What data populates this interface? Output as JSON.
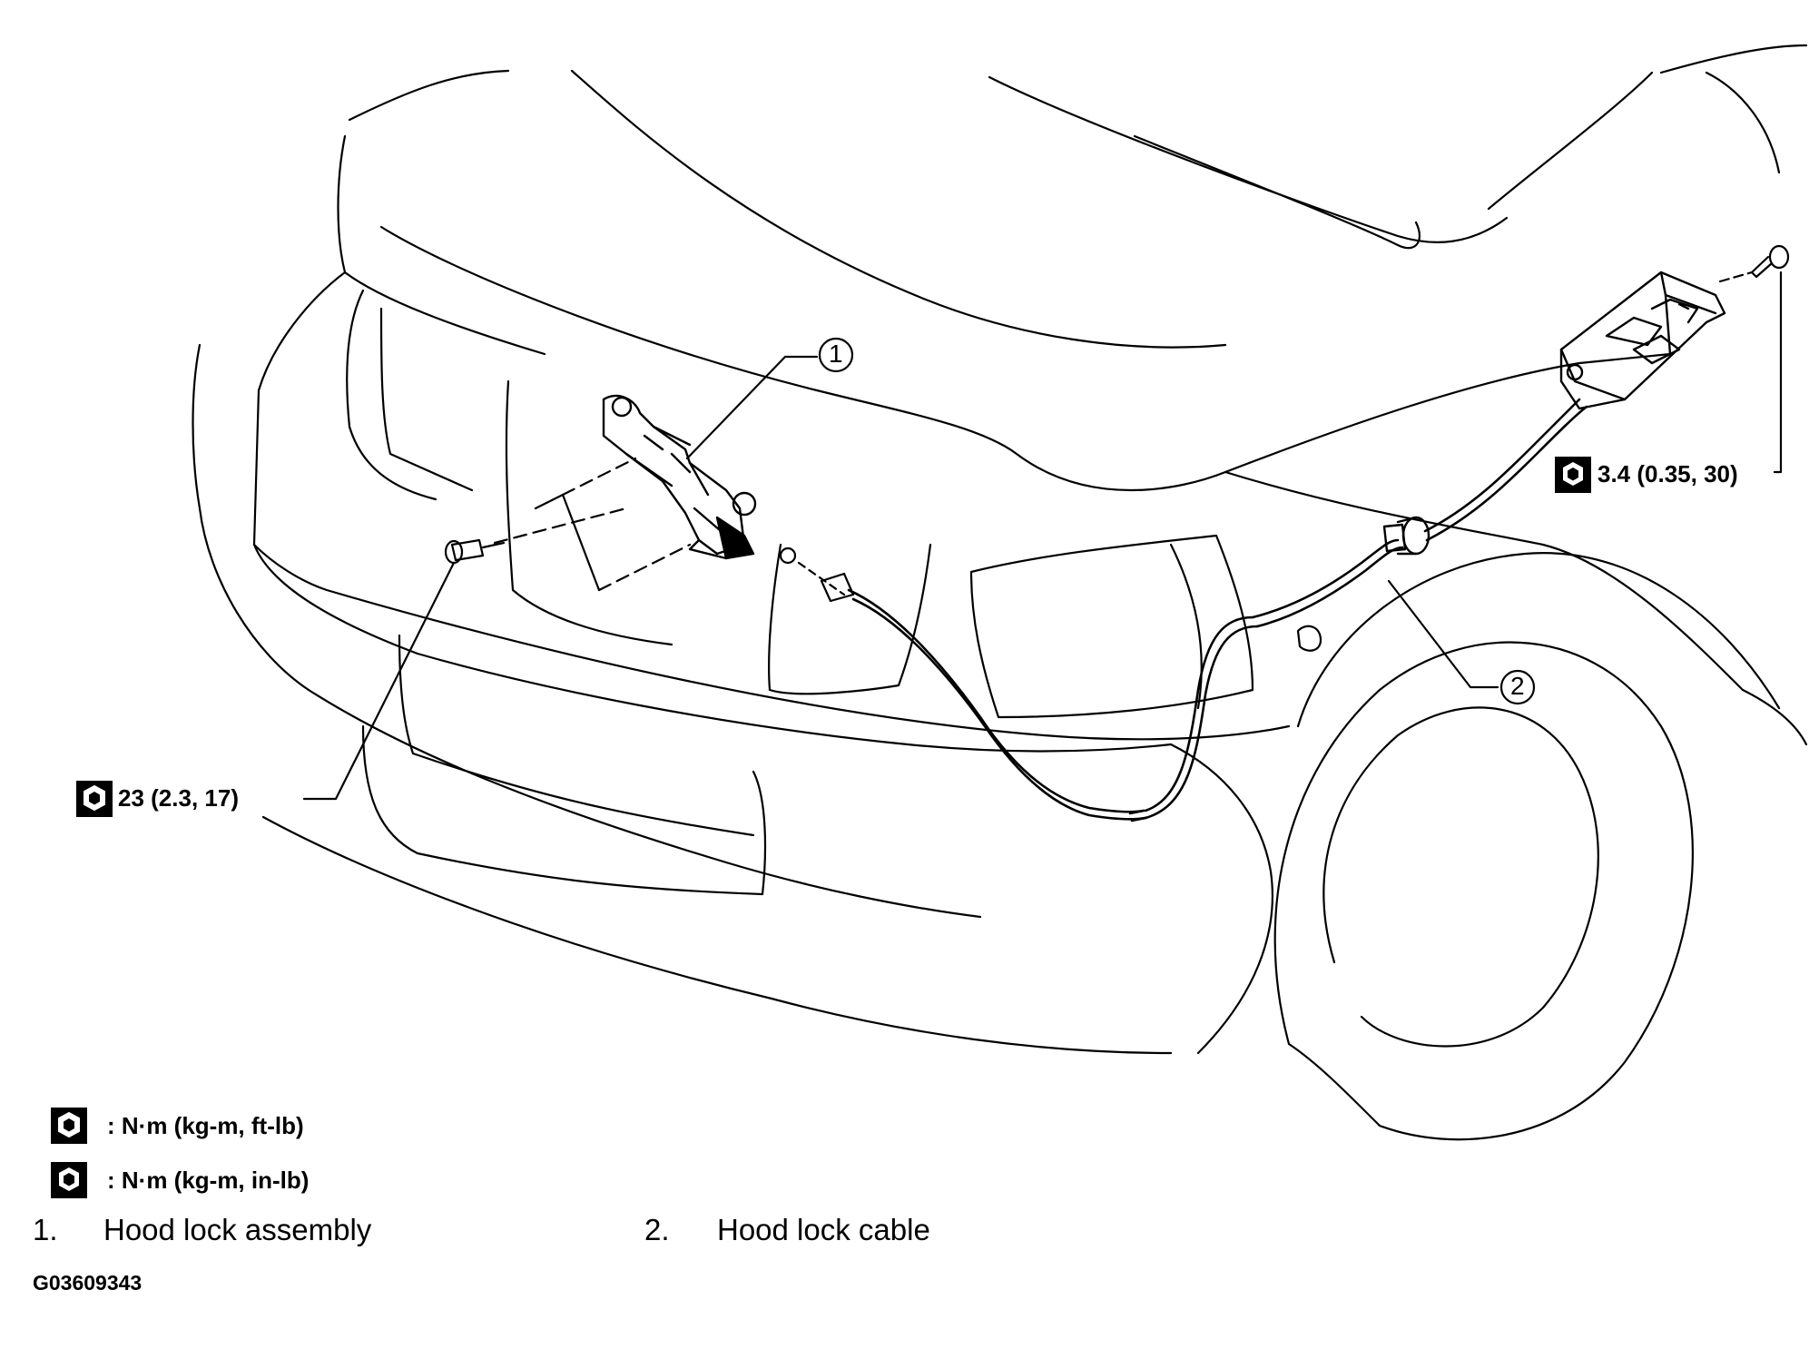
{
  "callouts": [
    {
      "number": "1"
    },
    {
      "number": "2"
    }
  ],
  "torque_specs": [
    {
      "value": "23 (2.3, 17)",
      "icon": "torque-wrench-icon"
    },
    {
      "value": "3.4 (0.35, 30)",
      "icon": "torque-wrench-filled-icon"
    }
  ],
  "legend": [
    {
      "icon": "torque-wrench-icon",
      "text": ": N·m (kg-m, ft-lb)"
    },
    {
      "icon": "torque-wrench-filled-icon",
      "text": ": N·m (kg-m, in-lb)"
    }
  ],
  "parts": [
    {
      "number": "1.",
      "name": "Hood lock assembly"
    },
    {
      "number": "2.",
      "name": "Hood lock cable"
    }
  ],
  "figure_code": "G03609343",
  "colors": {
    "line": "#000000",
    "background": "#ffffff"
  }
}
